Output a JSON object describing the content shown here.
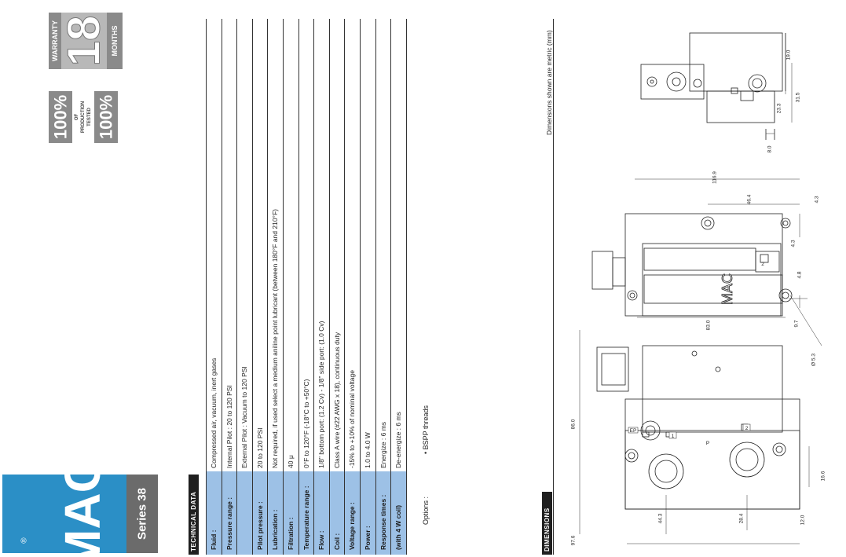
{
  "brand": {
    "logo_text": "MAC",
    "registered": "®",
    "series_label": "Series 38",
    "color_blue": "#2b8fc6",
    "color_dark": "#666666"
  },
  "badges": {
    "warranty_top": "WARRANTY",
    "warranty_number": "18",
    "warranty_bottom": "MONTHS",
    "production_percent_left": "100%",
    "production_percent_right": "100%",
    "production_line1": "OF",
    "production_line2": "PRODUCTION",
    "production_line3": "TESTED"
  },
  "technical_data": {
    "header": "TECHNICAL DATA",
    "rows": [
      {
        "label": "Fluid :",
        "value": "Compressed air, vacuum, inert gases"
      },
      {
        "label": "Pressure range :",
        "value": "Internal Pilot : 20 to 120 PSI"
      },
      {
        "label": "",
        "value": "External Pilot : Vacuum to 120 PSI"
      },
      {
        "label": "Pilot pressure :",
        "value": "20 to 120 PSI"
      },
      {
        "label": "Lubrication :",
        "value": "Not required, if used  select a medium aniline point lubricant (between 180°F and 210°F)"
      },
      {
        "label": "Filtration :",
        "value": "40 μ"
      },
      {
        "label": "Temperature range :",
        "value": "0°F to 120°F (-18°C to +50°C)"
      },
      {
        "label": "Flow :",
        "value": "1/8\" bottom port: (1.2 Cv) - 1/8\" side port: (1.0 Cv)"
      },
      {
        "label": "Coil :",
        "value": "Class A wire (#22 AWG x 18), continuous duty"
      },
      {
        "label": "Voltage range :",
        "value": "-15% to +10% of nominal voltage"
      },
      {
        "label": "Power :",
        "value": "1.0 to 4.0 W"
      },
      {
        "label": "Response times :",
        "value": "Energize : 6 ms"
      },
      {
        "label": "(with 4 W coil)",
        "value": "De-energize : 6 ms"
      }
    ],
    "options_label": "Options :",
    "options_value": "• BSPP threads"
  },
  "dimensions": {
    "header": "DIMENSIONS",
    "note": "Dimensions shown are metric (mm)",
    "values": {
      "d97_6": "97.6",
      "d86_0": "86.0",
      "d44_3": "44.3",
      "d28_4": "28.4",
      "d12_0": "12.0",
      "d16_6": "16.6",
      "d83_0": "83.0",
      "d9_7": "9.7",
      "d4_8": "4.8",
      "d4_3a": "4.3",
      "d4_3b": "4.3",
      "d46_4": "46.4",
      "d116_9": "116.9",
      "d5_3": "Ø 5.3",
      "d19_0": "19.0",
      "d23_3": "23.3",
      "d31_5": "31.5",
      "d8_0": "8.0"
    },
    "port_labels": {
      "ep": "EP",
      "one": "1",
      "two": "2",
      "p": "P",
      "side_two": "2"
    },
    "body_logo": "MAC"
  }
}
